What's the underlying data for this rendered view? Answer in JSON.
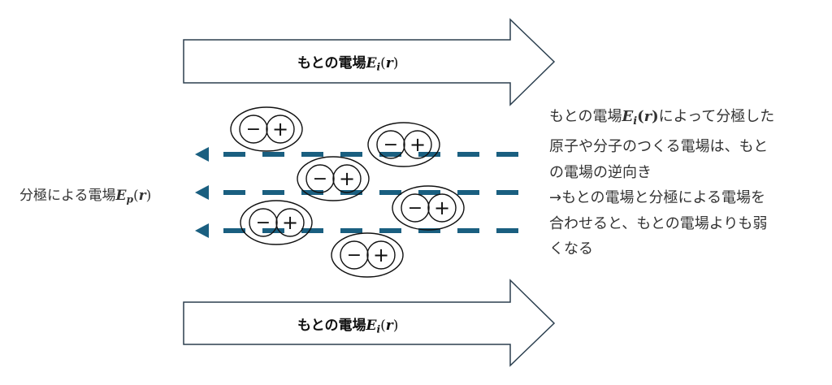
{
  "top_arrow": {
    "text": "もとの電場",
    "symbol": "E",
    "subscript": "i",
    "arg": "r"
  },
  "bottom_arrow": {
    "text": "もとの電場",
    "symbol": "E",
    "subscript": "i",
    "arg": "r"
  },
  "polarization_label": {
    "text": "分極による電場",
    "symbol": "E",
    "subscript": "p",
    "arg": "r"
  },
  "dipole": {
    "minus": "−",
    "plus": "+",
    "count": 6
  },
  "explanation": {
    "line1_pre": "もとの電場",
    "line1_symbol": "E",
    "line1_sub": "i",
    "line1_arg": "r",
    "line1_post": "によって分極した",
    "line2": "原子や分子のつくる電場は、もと",
    "line3": "の電場の逆向き",
    "line4": "→もとの電場と分極による電場を",
    "line5": "合わせると、もとの電場よりも弱",
    "line6": "くなる"
  },
  "colors": {
    "arrow_outline": "#2b3f4f",
    "field_line": "#1a5f80",
    "dipole_stroke": "#111111"
  }
}
